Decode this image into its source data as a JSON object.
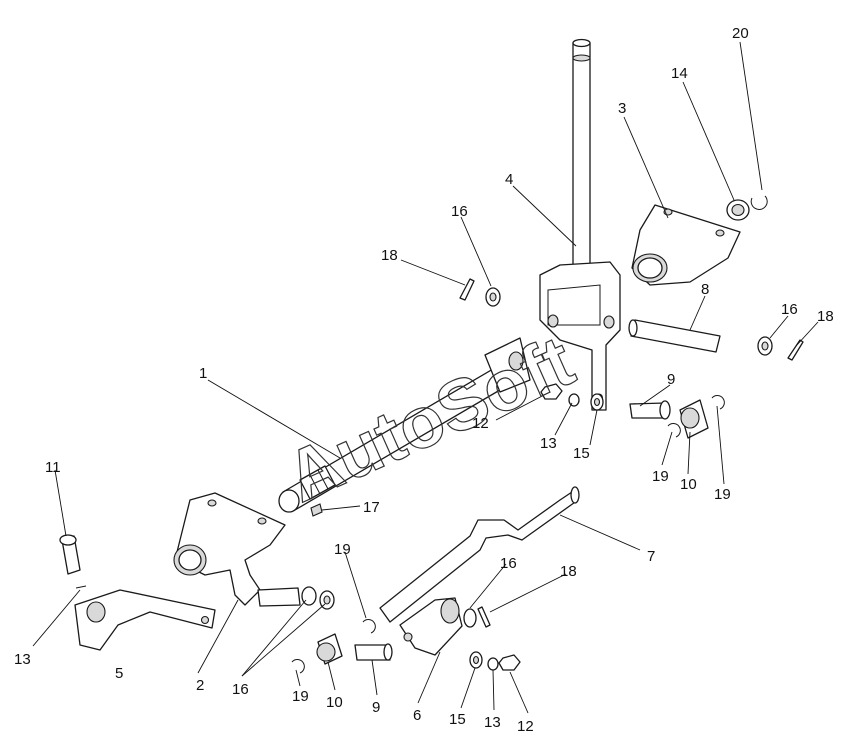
{
  "watermark": "AutoSoft",
  "callouts": [
    {
      "id": "c20",
      "label": "20"
    },
    {
      "id": "c14",
      "label": "14"
    },
    {
      "id": "c3",
      "label": "3"
    },
    {
      "id": "c4",
      "label": "4"
    },
    {
      "id": "c16a",
      "label": "16"
    },
    {
      "id": "c18a",
      "label": "18"
    },
    {
      "id": "c8",
      "label": "8"
    },
    {
      "id": "c16b",
      "label": "16"
    },
    {
      "id": "c18b",
      "label": "18"
    },
    {
      "id": "c1",
      "label": "1"
    },
    {
      "id": "c9a",
      "label": "9"
    },
    {
      "id": "c12a",
      "label": "12"
    },
    {
      "id": "c13a",
      "label": "13"
    },
    {
      "id": "c15a",
      "label": "15"
    },
    {
      "id": "c19a",
      "label": "19"
    },
    {
      "id": "c10a",
      "label": "10"
    },
    {
      "id": "c19b",
      "label": "19"
    },
    {
      "id": "c17",
      "label": "17"
    },
    {
      "id": "c11",
      "label": "11"
    },
    {
      "id": "c7",
      "label": "7"
    },
    {
      "id": "c19c",
      "label": "19"
    },
    {
      "id": "c16c",
      "label": "16"
    },
    {
      "id": "c18c",
      "label": "18"
    },
    {
      "id": "c13b",
      "label": "13"
    },
    {
      "id": "c5",
      "label": "5"
    },
    {
      "id": "c2",
      "label": "2"
    },
    {
      "id": "c16d",
      "label": "16"
    },
    {
      "id": "c19d",
      "label": "19"
    },
    {
      "id": "c10b",
      "label": "10"
    },
    {
      "id": "c9b",
      "label": "9"
    },
    {
      "id": "c6",
      "label": "6"
    },
    {
      "id": "c15b",
      "label": "15"
    },
    {
      "id": "c13c",
      "label": "13"
    },
    {
      "id": "c12b",
      "label": "12"
    }
  ]
}
